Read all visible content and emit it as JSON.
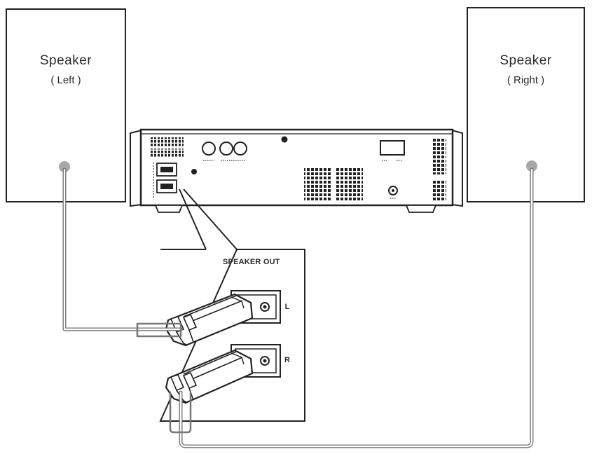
{
  "speakers": {
    "left": {
      "title": "Speaker",
      "subtitle": "( Left )"
    },
    "right": {
      "title": "Speaker",
      "subtitle": "( Right )"
    }
  },
  "panel": {
    "title": "SPEAKER OUT",
    "channels": [
      "L",
      "R"
    ]
  },
  "colors": {
    "line": "#222222",
    "cable": "#9a9a9a",
    "terminal": "#a8a8a8"
  }
}
